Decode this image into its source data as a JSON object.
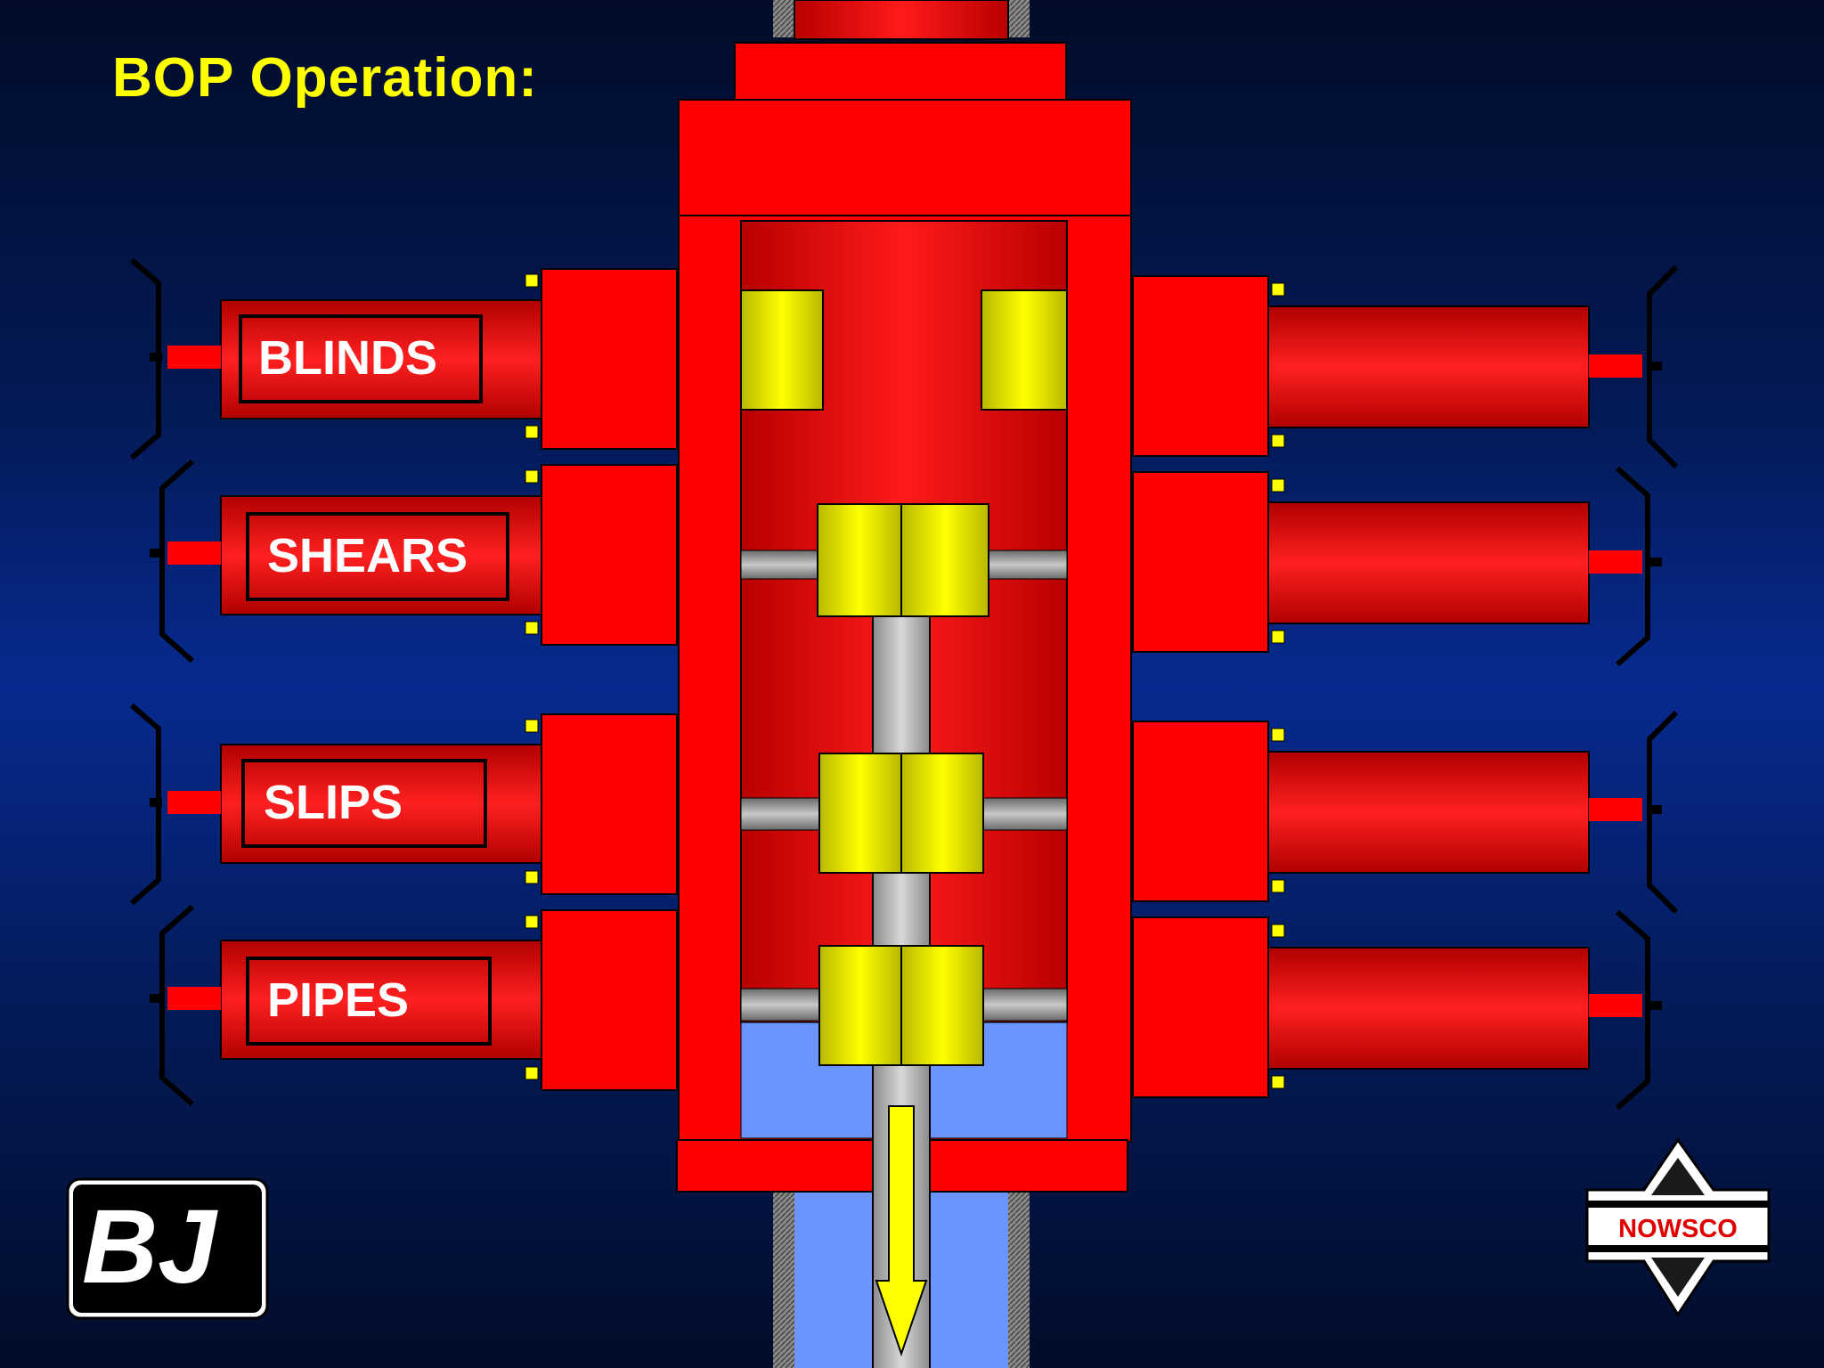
{
  "title": "BOP Operation:",
  "rams": [
    {
      "label": "BLINDS"
    },
    {
      "label": "SHEARS"
    },
    {
      "label": "SLIPS"
    },
    {
      "label": "PIPES"
    }
  ],
  "logos": {
    "left": "BJ",
    "right": "NOWSCO"
  },
  "colors": {
    "body": "#ff0000",
    "ram_block": "#ffff00",
    "wellbore": "#6a95ff",
    "pipe": "#b4b4b4",
    "arrow": "#ffff00",
    "title": "#ffff00"
  },
  "icons": [
    "down-arrow-icon",
    "bj-logo-icon",
    "nowsco-logo-icon"
  ]
}
